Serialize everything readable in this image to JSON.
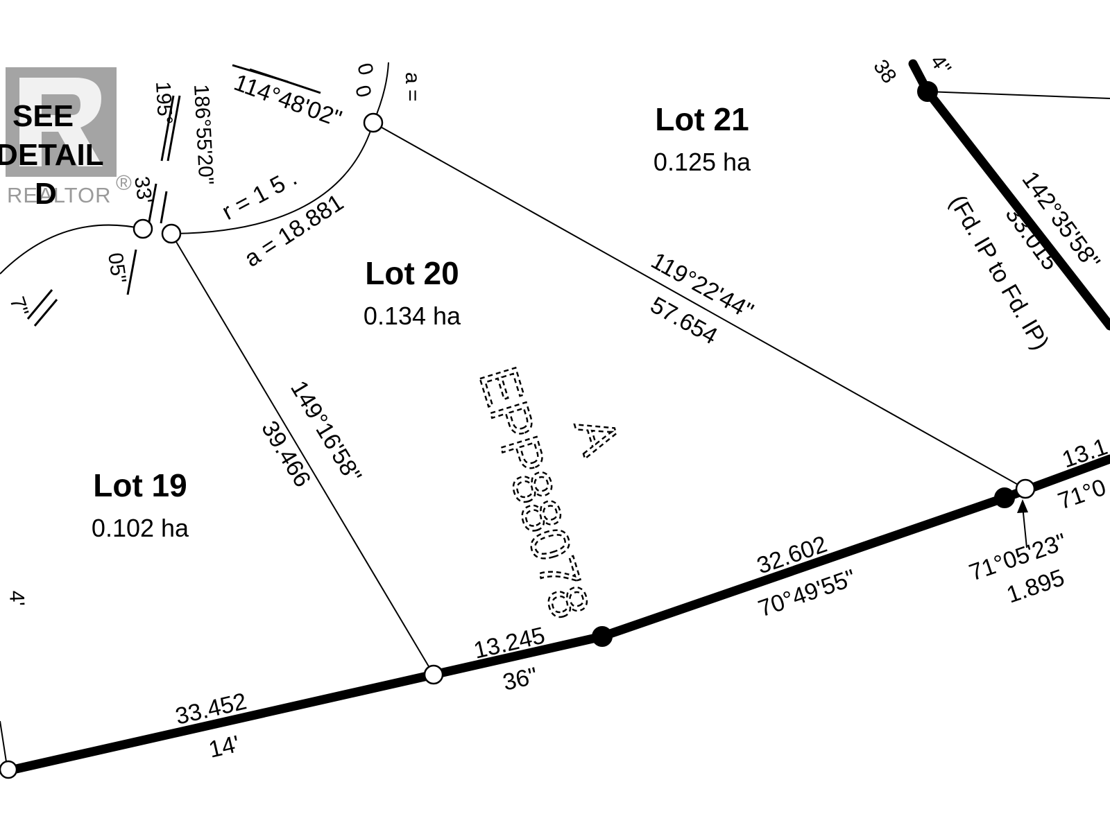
{
  "lots": [
    {
      "name": "Lot 21",
      "area": "0.125 ha"
    },
    {
      "name": "Lot 20",
      "area": "0.134 ha"
    },
    {
      "name": "Lot 19",
      "area": "0.102 ha"
    }
  ],
  "detail_callout": {
    "line1": "SEE",
    "line2": "DETAIL",
    "line3": "D"
  },
  "watermark": {
    "brand": "REALTOR",
    "mark": "®"
  },
  "plan_number": {
    "label": "EPP88078",
    "parcel": "A"
  },
  "labels": {
    "top_bearing": "114°48'02\"",
    "arc_top_digit": "0",
    "arc_top_digit2": "0",
    "arc_top_a": "a =",
    "radius_label": "r = 1 5 .",
    "arc_length": "a = 18.881",
    "bearing_186": "186°55'20\"",
    "bearing_195": "195°",
    "bearing_33": "33'",
    "bearing_05": "05\"",
    "left_fragment_7": "7\"",
    "left_fragment_4": "4'",
    "top_right_38": "38",
    "top_right_4": "4\"",
    "lot20_21_bearing": "119°22'44\"",
    "lot20_21_distance": "57.654",
    "lot19_20_bearing": "149°16'58\"",
    "lot19_20_distance": "39.466",
    "east_bearing": "142°35'58\"",
    "east_distance": "33.015",
    "east_note": "(Fd. IP to Fd. IP)",
    "south_a_distance": "33.452",
    "south_a_bearing": "14'",
    "south_b_distance": "13.245",
    "south_b_bearing": "36\"",
    "south_c_distance": "32.602",
    "south_c_bearing": "70°49'55\"",
    "corner_bearing": "71°05'23\"",
    "corner_distance": "1.895",
    "right_edge_distance": "13.1",
    "right_edge_bearing": "71°0"
  },
  "colors": {
    "lines": "#000000",
    "watermark": "#9a9a9a",
    "background": "#ffffff"
  }
}
